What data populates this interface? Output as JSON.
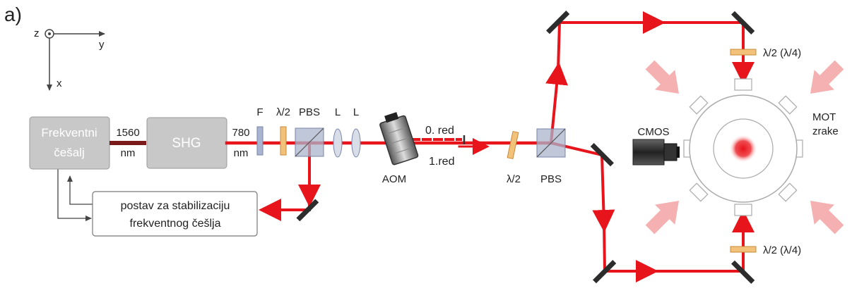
{
  "panel_label": "a)",
  "axes": {
    "z": "z",
    "y": "y",
    "x": "x"
  },
  "boxes": {
    "comb_line1": "Frekventni",
    "comb_line2": "češalj",
    "shg": "SHG",
    "stab_line1": "postav za stabilizaciju",
    "stab_line2": "frekventnog češlja"
  },
  "wavelengths": {
    "w1560": "1560",
    "w1560_unit": "nm",
    "w780": "780",
    "w780_unit": "nm"
  },
  "components": {
    "filter": "F",
    "hwp1": "λ/2",
    "pbs1": "PBS",
    "lens1": "L",
    "lens2": "L",
    "aom": "AOM",
    "hwp2": "λ/2",
    "pbs2": "PBS",
    "cmos": "CMOS",
    "hwp_top": "λ/2 (λ/4)",
    "hwp_bottom": "λ/2 (λ/4)"
  },
  "orders": {
    "zero": "0. red",
    "first": "1.red"
  },
  "mot": {
    "line1": "MOT",
    "line2": "zrake"
  },
  "colors": {
    "beam": "#e8141c",
    "fiber": "#7a1a1a",
    "box_fill": "#c8c8c8",
    "mot_arrow": "#f4a9a8",
    "waveplate": "#f2c27a",
    "cube": "#aab4cc",
    "mirror": "#2c2c2c"
  }
}
